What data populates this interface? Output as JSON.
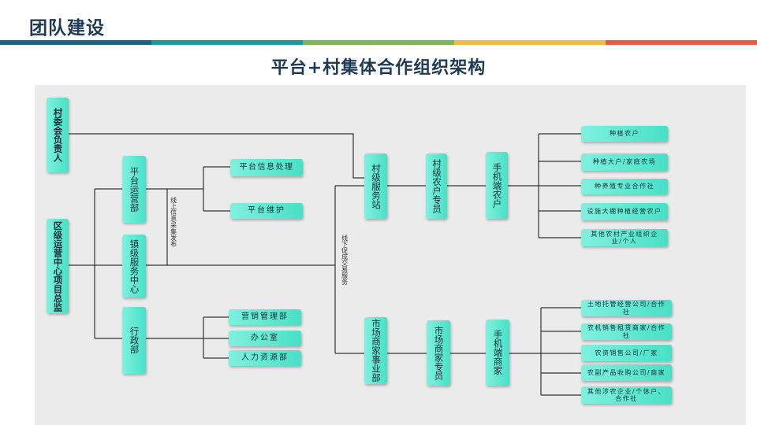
{
  "header": {
    "title": "团队建设"
  },
  "colors": {
    "stripe": [
      "#23607e",
      "#1a9a9e",
      "#7ab852",
      "#f5ba43",
      "#e75a48"
    ],
    "box": "#48e0c6",
    "title": "#1f3a55"
  },
  "diagram": {
    "title": "平台+村集体合作组织架构",
    "nodes": {
      "village_head": "村委会负责人",
      "district_center": "区级运营中心项目总监",
      "platform_ops": "平台运营部",
      "town_service": "镇级服务中心",
      "admin": "行政部",
      "platform_info": "平台信息处理",
      "platform_maint": "平台维护",
      "marketing": "营销管理部",
      "office": "办公室",
      "hr": "人力资源部",
      "village_station": "村级服务站",
      "village_farmer_specialist": "村级农户专员",
      "mobile_farmer": "手机端农户",
      "market_dept": "市场商家事业部",
      "merchant_specialist": "市场商家专员",
      "mobile_merchant": "手机端商家"
    },
    "farmer_leaves": [
      "种植农户",
      "种植大户/家庭农场",
      "种养殖专业合作社",
      "设施大棚种植经营农户",
      "其他农村产业组织企业/个人"
    ],
    "merchant_leaves": [
      "土地托管经营公司/合作社",
      "农机销售租赁商家/合作社",
      "农资销售公司/厂家",
      "农副产品收购公司/商家",
      "其他涉农企业/个体户、合作社"
    ],
    "notes": {
      "online": "线上信息采集发布",
      "offline": "线下促成交易服务"
    }
  }
}
